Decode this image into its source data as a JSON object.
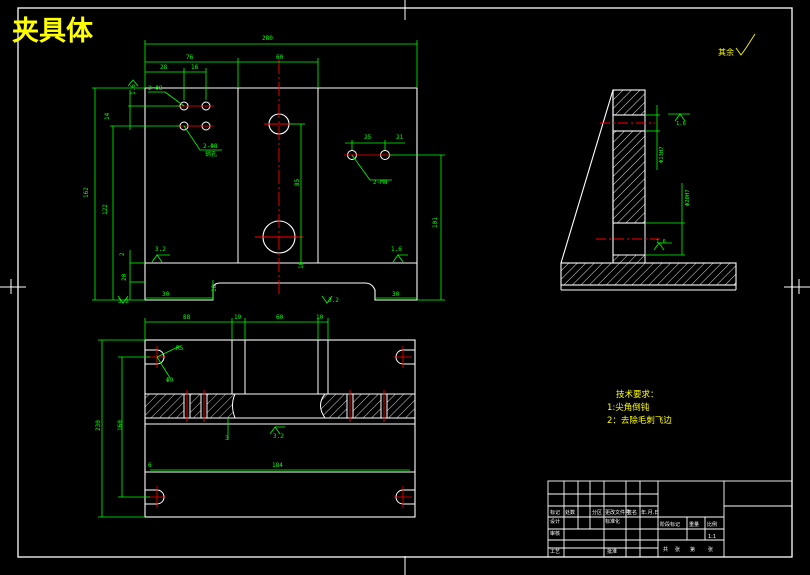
{
  "drawing": {
    "title": "夹具体",
    "roughness_note": "其余",
    "tech_req_heading": "技术要求：",
    "tech_req_items": [
      "1:尖角倒钝",
      "2：去除毛刺飞边"
    ]
  },
  "dimensions": {
    "front_overall_width": "280",
    "front_seg1": "76",
    "front_seg2": "60",
    "front_left_a": "28",
    "front_left_b": "16",
    "front_hole_label": "2-Φ8",
    "front_hole_label2": "2-Φ8",
    "front_hole_sub": "销孔",
    "front_height_total": "162",
    "front_height_inner": "122",
    "front_small_14": "14",
    "front_right_25": "25",
    "front_right_21": "21",
    "front_right_hole": "2-M8",
    "front_right_height": "101",
    "front_mid_height": "85",
    "front_bottom_left": "30",
    "front_bottom_right": "30",
    "front_rough_1": "3.2",
    "front_rough_2": "3.2",
    "front_rough_3": "1.6",
    "front_rough_4": "1.6",
    "front_rough_5": "3.2",
    "front_small_2": "2",
    "front_small_20": "20",
    "front_small_18": "18",
    "front_small_10": "10",
    "top_seg_88": "88",
    "top_seg_19": "19",
    "top_seg_60": "60",
    "top_seg_10": "10",
    "top_height_230": "230",
    "top_height_160": "160",
    "top_bottom_184": "184",
    "top_small_6": "6",
    "top_small_3": "3",
    "top_rough": "3.2",
    "top_r": "R5",
    "top_phi": "Φ9",
    "side_rough_1": "1.6",
    "side_rough_2": "1.6",
    "side_dim_1": "Φ13H7",
    "side_dim_2": "Φ20H7"
  },
  "title_block": {
    "rows": [
      "标记",
      "设计",
      "审核",
      "工艺"
    ],
    "cells": [
      "处数",
      "分区",
      "更改文件号",
      "签名",
      "年.月.日",
      "标准化",
      "阶段标记",
      "重量",
      "比例",
      "共",
      "张",
      "第",
      "张",
      "批准"
    ],
    "scale": "1:1"
  },
  "colors": {
    "background": "#000000",
    "outline": "#ffffff",
    "dimension": "#00ff00",
    "center_line": "#ff0000",
    "title": "#ffff00",
    "note": "#ffff00"
  }
}
